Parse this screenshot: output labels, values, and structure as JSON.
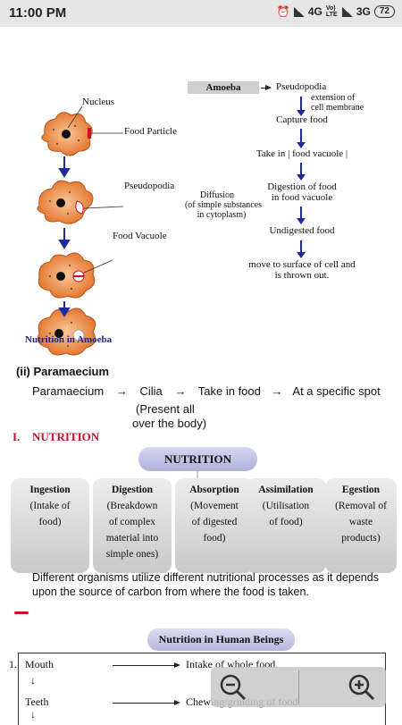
{
  "status": {
    "time": "11:00 PM",
    "net1": "4G",
    "volte": "Vo) LTE",
    "net2": "3G",
    "battery": "72"
  },
  "diagram_left": {
    "nucleus": "Nucleus",
    "food_particle": "Food Particle",
    "pseudopodia": "Pseudopodia",
    "food_vacuole": "Food Vacuole",
    "caption": "Nutrition in Amoeba"
  },
  "flow": {
    "amoeba": "Amoeba",
    "pseudopodia": "Pseudopodia",
    "extension": "extension of",
    "cell_membrane": "cell membrane",
    "capture": "Capture food",
    "take_in": "Take in | food vacuole |",
    "digestion1": "Digestion of food",
    "digestion2": "in food vacuole",
    "diffusion1": "Diffusion",
    "diffusion2": "(of simple substances",
    "diffusion3": "in cytoplasm)",
    "undigested": "Undigested food",
    "move1": "move to surface of cell and",
    "move2": "is thrown out."
  },
  "paramaecium": {
    "heading": "(ii) Paramaecium",
    "s1": "Paramaecium",
    "s2": "Cilia",
    "s3": "Take in food",
    "s4": "At a specific spot",
    "arrow": "→",
    "note1": "(Present all",
    "note2": "over the body)"
  },
  "section": {
    "number": "I.",
    "title": "NUTRITION"
  },
  "nutrition_pill": "NUTRITION",
  "cards": [
    {
      "title": "Ingestion",
      "l1": "(Intake of",
      "l2": "food)",
      "l3": "",
      "l4": ""
    },
    {
      "title": "Digestion",
      "l1": "(Breakdown",
      "l2": "of complex",
      "l3": "material into",
      "l4": "simple ones)"
    },
    {
      "title": "Absorption",
      "l1": "(Movement",
      "l2": "of digested",
      "l3": "food)",
      "l4": ""
    },
    {
      "title": "Assimilation",
      "l1": "(Utilisation",
      "l2": "of food)",
      "l3": "",
      "l4": ""
    },
    {
      "title": "Egestion",
      "l1": "(Removal of",
      "l2": "waste",
      "l3": "products)",
      "l4": ""
    }
  ],
  "paragraph": "Different organisms utilize different nutritional processes as it depends upon the source of carbon from where the food is taken.",
  "human_pill": "Nutrition in Human Beings",
  "table": {
    "num": "1.",
    "r1_left": "Mouth",
    "r1_right": "Intake of whole food.",
    "down": "↓",
    "r2_left": "Teeth",
    "r2_right": "Chewing/grinding of food."
  },
  "zoom": {
    "out": "zoom-out",
    "in": "zoom-in"
  }
}
